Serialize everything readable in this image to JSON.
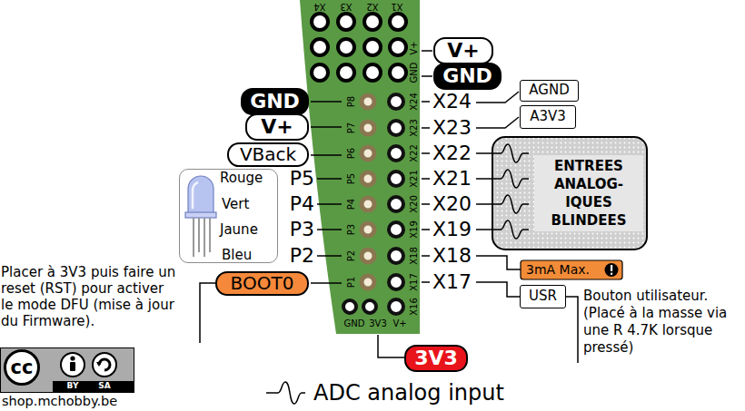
{
  "diagram": {
    "nodes": [
      {
        "text": [
          "V+"
        ]
      },
      {
        "text": [
          "GND"
        ]
      },
      {
        "text": [
          "AGND"
        ]
      },
      {
        "text": [
          "A3V3"
        ]
      },
      {
        "text": [
          "GND"
        ]
      },
      {
        "text": [
          "V+"
        ]
      },
      {
        "text": [
          "VBack"
        ]
      },
      {
        "text": [
          "ENTREES ANALOG- IQUES BLINDEES"
        ]
      },
      {
        "text": [
          "Rouge",
          "Vert",
          "Jaune",
          "Bleu"
        ]
      },
      {
        "text": [
          "3mA Max."
        ]
      },
      {
        "text": [
          "BOOT0"
        ]
      },
      {
        "text": [
          "USR"
        ]
      },
      {
        "text": [
          "3V3"
        ]
      },
      {
        "text": [
          "cc",
          "BY",
          "SA"
        ]
      }
    ],
    "labels": [
      "X4",
      "X3",
      "X2",
      "X1",
      "GND",
      "V+",
      "P8",
      "P7",
      "P6",
      "P5",
      "P4",
      "P3",
      "P2",
      "P1",
      "X24",
      "X23",
      "X22",
      "X21",
      "X20",
      "X19",
      "X18",
      "X17",
      "X16",
      "GND",
      "3V3",
      "V+",
      "X24",
      "X23",
      "X22",
      "X21",
      "X20",
      "X19",
      "X18",
      "X17",
      "P5",
      "P4",
      "P3",
      "P2",
      "Placer à 3V3 puis faire un reset (RST) pour activer le mode DFU (mise à jour du Firmware).",
      "Bouton utilisateur. (Placé à la masse via une R 4.7K lorsque pressé)",
      "shop.mchobby.be"
    ],
    "legend": [
      {
        "text": "ADC analog input"
      }
    ]
  }
}
